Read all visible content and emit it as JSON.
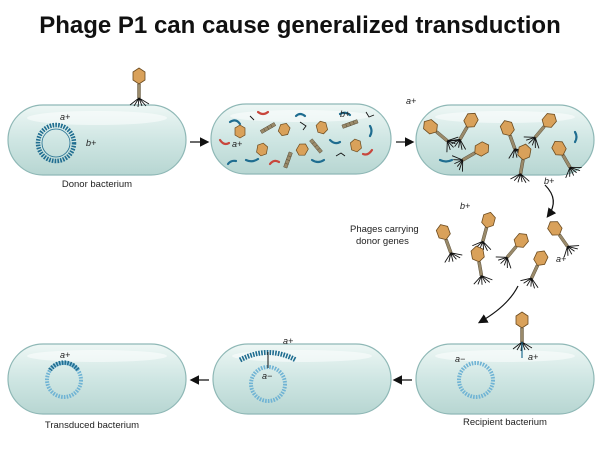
{
  "title": "Phage P1 can cause generalized transduction",
  "labels": {
    "donor_bacterium": "Donor bacterium",
    "phages_carrying_line1": "Phages carrying",
    "phages_carrying_line2": "donor genes",
    "recipient_bacterium": "Recipient bacterium",
    "transduced_bacterium": "Transduced bacterium"
  },
  "genes": {
    "a_plus": "a+",
    "b_plus": "b+",
    "a_minus": "a−"
  },
  "colors": {
    "cell_fill": "#cfe6e4",
    "cell_stroke": "#8fb8b6",
    "donor_dna": "#1f6d90",
    "recipient_dna": "#6fb3d4",
    "phage_head": "#d9a15a",
    "red_fragment": "#c8463c"
  }
}
